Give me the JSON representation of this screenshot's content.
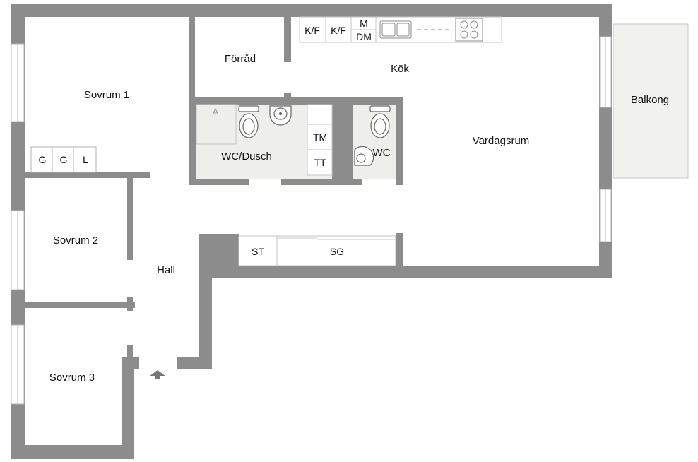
{
  "rooms": {
    "sovrum1": "Sovrum 1",
    "sovrum2": "Sovrum 2",
    "sovrum3": "Sovrum 3",
    "hall": "Hall",
    "forrad": "Förråd",
    "kok": "Kök",
    "vardagsrum": "Vardagsrum",
    "balkong": "Balkong",
    "wc_dusch": "WC/Dusch",
    "wc": "WC"
  },
  "fixtures": {
    "g1": "G",
    "g2": "G",
    "l": "L",
    "tm": "TM",
    "tt": "TT",
    "kf1": "K/F",
    "kf2": "K/F",
    "m": "M",
    "dm": "DM",
    "st": "ST",
    "sg": "SG"
  },
  "colors": {
    "wall": "#8c8c8c",
    "wet_floor": "#eeeeea",
    "balcony": "#f1f1ee",
    "window": "#b8b8b8"
  },
  "icons": [
    "entrance-arrow-icon",
    "toilet-icon",
    "sink-icon",
    "stove-icon"
  ]
}
